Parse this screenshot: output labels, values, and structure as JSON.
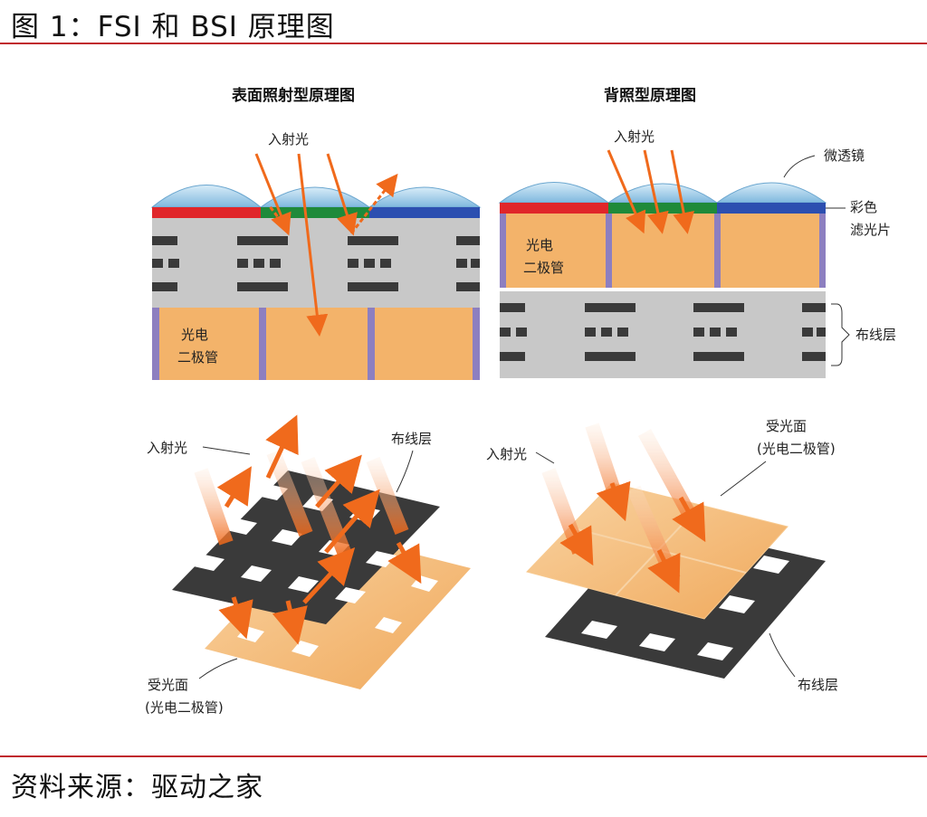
{
  "figure": {
    "title": "图 1：FSI 和 BSI 原理图",
    "source": "资料来源：驱动之家"
  },
  "fsi": {
    "heading": "表面照射型原理图",
    "incident_light": "入射光",
    "photodiode_line1": "光电",
    "photodiode_line2": "二极管"
  },
  "bsi": {
    "heading": "背照型原理图",
    "incident_light": "入射光",
    "microlens": "微透镜",
    "color_filter_line1": "彩色",
    "color_filter_line2": "滤光片",
    "photodiode_line1": "光电",
    "photodiode_line2": "二极管",
    "wiring_layer": "布线层"
  },
  "fsi_3d": {
    "incident_light": "入射光",
    "wiring_layer": "布线层",
    "receiving_line1": "受光面",
    "receiving_line2": "(光电二极管)"
  },
  "bsi_3d": {
    "incident_light": "入射光",
    "receiving_line1": "受光面",
    "receiving_line2": "(光电二极管)",
    "wiring_layer": "布线层"
  },
  "colors": {
    "accent_rule": "#c0282d",
    "lens": "#8cc3e3",
    "filter_red": "#e0262a",
    "filter_green": "#1f8a3a",
    "filter_blue": "#2c4fb0",
    "photodiode": "#f3b36a",
    "wiring_bg": "#c8c8c8",
    "wire": "#3a3a3a",
    "separator": "#8d7fc0",
    "arrow": "#f06a1c"
  }
}
